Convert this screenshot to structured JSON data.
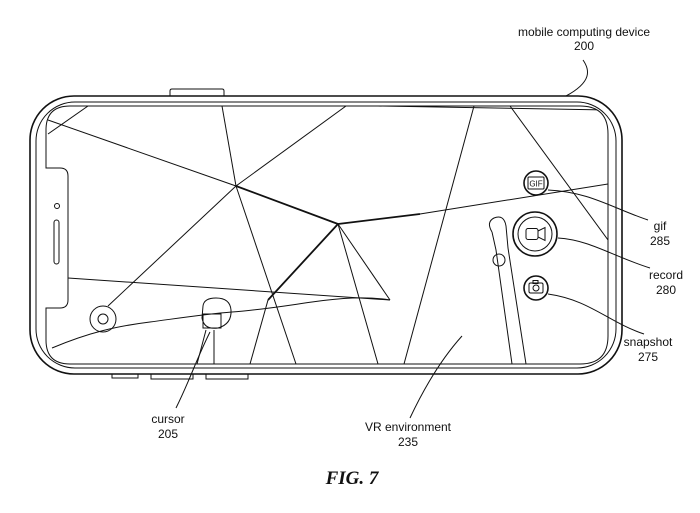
{
  "labels": {
    "device": {
      "name": "mobile computing device",
      "ref": "200"
    },
    "gif": {
      "name": "gif",
      "ref": "285"
    },
    "record": {
      "name": "record",
      "ref": "280"
    },
    "snapshot": {
      "name": "snapshot",
      "ref": "275"
    },
    "cursor": {
      "name": "cursor",
      "ref": "205"
    },
    "vr": {
      "name": "VR environment",
      "ref": "235"
    }
  },
  "icons": {
    "gif_button": "GIF",
    "record_button": "camera-icon",
    "snapshot_button": "photo-camera-icon",
    "home_button": "circle-button-icon"
  },
  "caption": "FIG. 7"
}
